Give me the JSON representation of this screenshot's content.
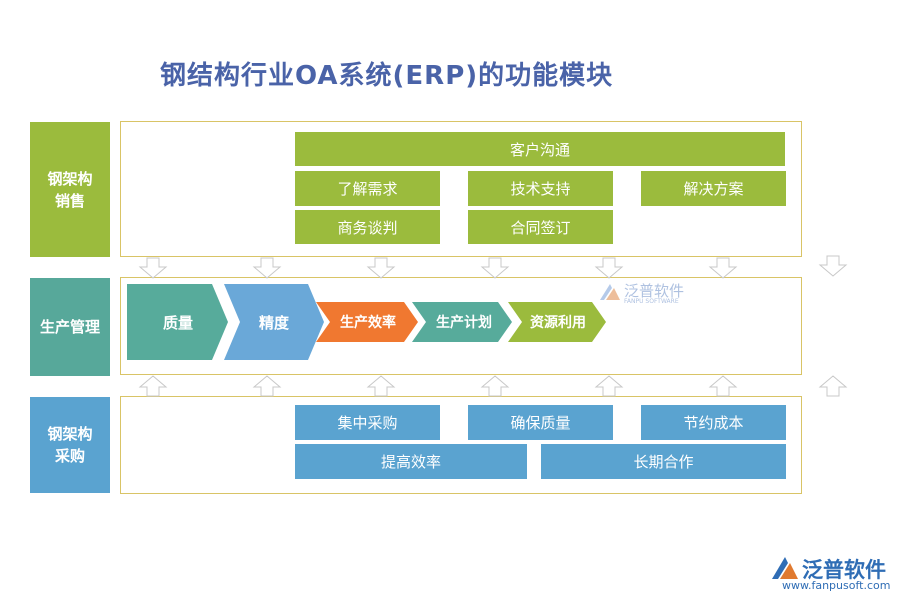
{
  "title": "钢结构行业OA系统(ERP)的功能模块",
  "colors": {
    "sales": "#9bbb3d",
    "production_side": "#57a89a",
    "purchase": "#5aa3d0",
    "panel_border": "#d9c466",
    "title": "#4a63a8",
    "chevron_teal": "#57ab9b",
    "chevron_blue": "#6aa8d8",
    "chevron_orange": "#f07830",
    "chevron_green": "#9bbb3d"
  },
  "sections": {
    "sales": {
      "label": "钢架构\n销售",
      "items": [
        "客户沟通",
        "了解需求",
        "技术支持",
        "解决方案",
        "商务谈判",
        "合同签订"
      ]
    },
    "production": {
      "label": "生产管理",
      "steps": [
        "质量",
        "精度",
        "生产效率",
        "生产计划",
        "资源利用"
      ]
    },
    "purchase": {
      "label": "钢架构\n采购",
      "items": [
        "集中采购",
        "确保质量",
        "节约成本",
        "提高效率",
        "长期合作"
      ]
    }
  },
  "watermark": {
    "brand": "泛普软件",
    "sub": "FANPU SOFTWARE"
  },
  "footer_logo": {
    "brand": "泛普软件",
    "url": "www.fanpusoft.com"
  },
  "icons": [
    "down-arrow-icon",
    "up-arrow-icon",
    "fanpu-logo-icon"
  ]
}
